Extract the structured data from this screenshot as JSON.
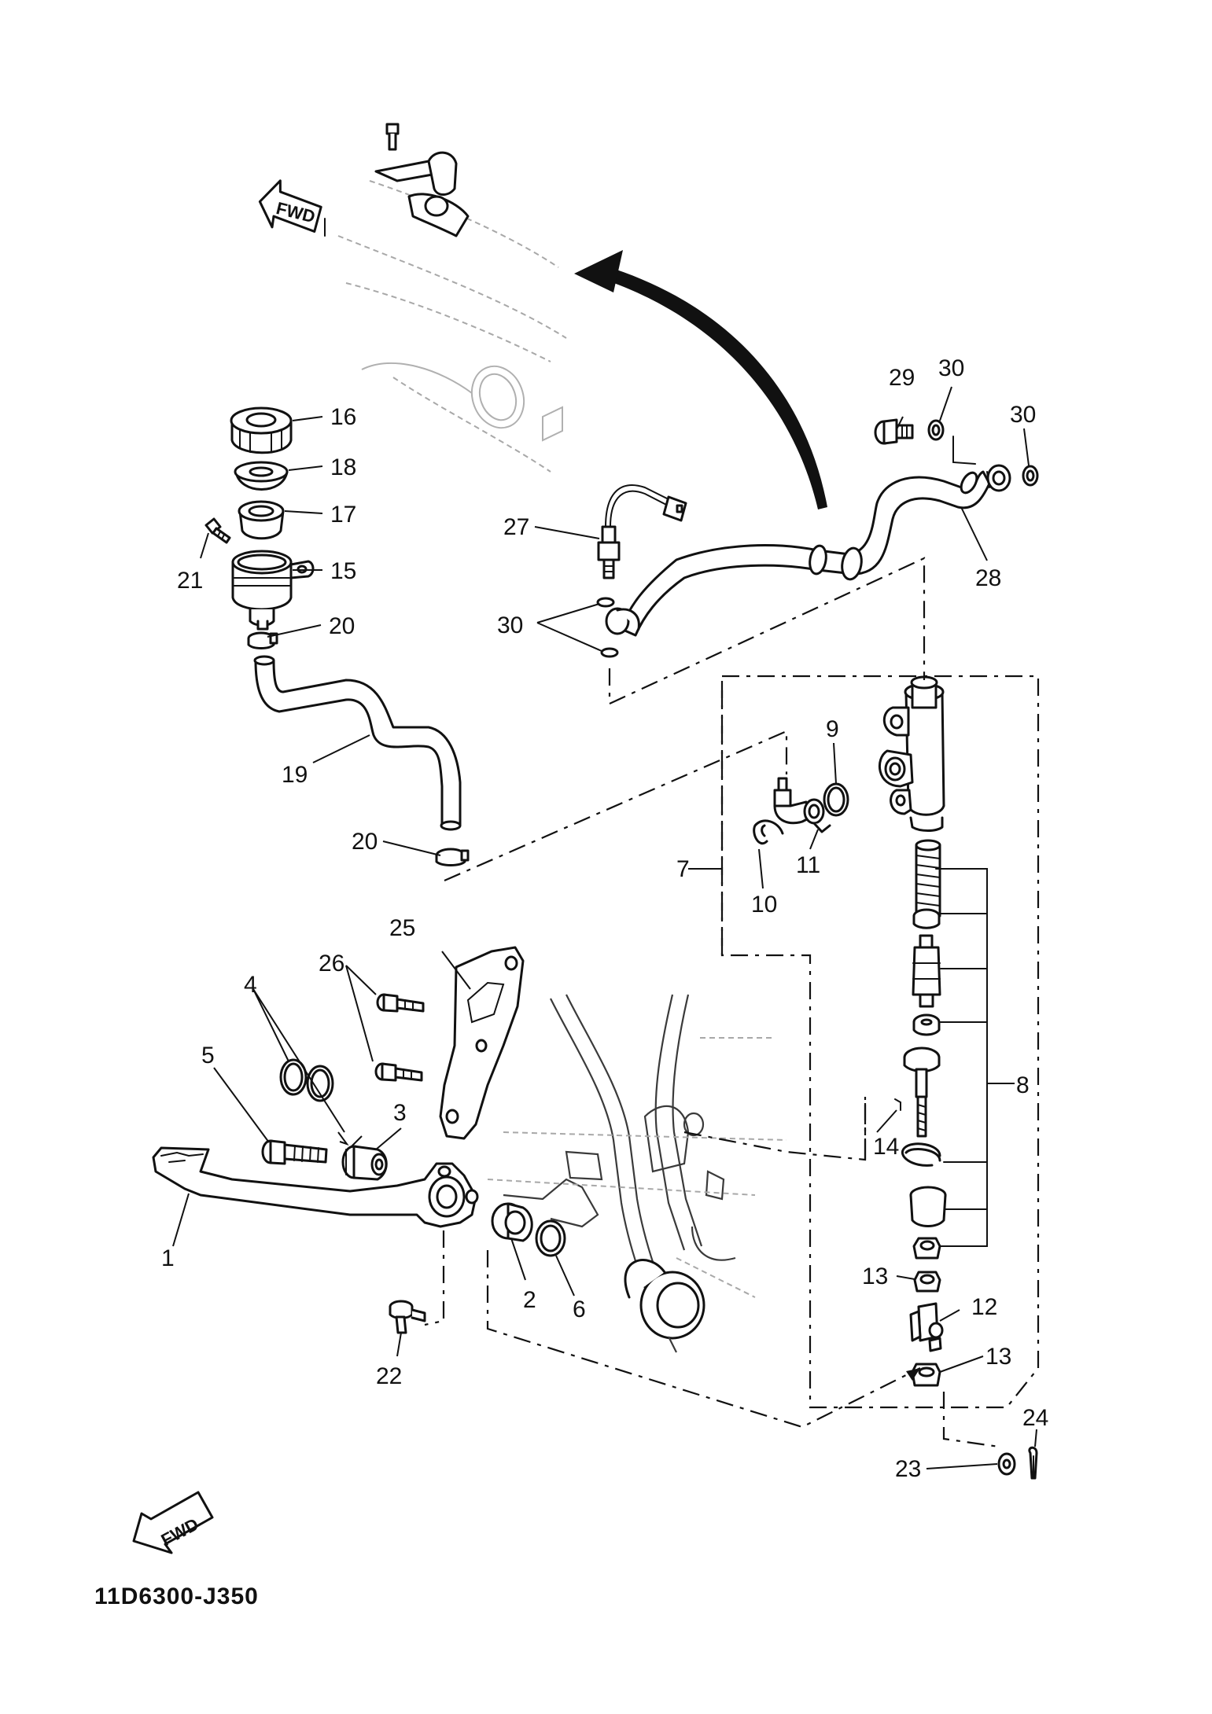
{
  "diagram": {
    "drawing_code": "11D6300-J350",
    "forward_marker": "FWD",
    "callouts": [
      "1",
      "2",
      "3",
      "4",
      "5",
      "6",
      "7",
      "8",
      "9",
      "10",
      "11",
      "12",
      "13",
      "14",
      "15",
      "16",
      "17",
      "18",
      "19",
      "20",
      "21",
      "22",
      "23",
      "24",
      "25",
      "26",
      "27",
      "28",
      "29",
      "30"
    ],
    "colors": {
      "ink": "#111111",
      "ghost": "#a8a8a8",
      "background": "#ffffff"
    }
  }
}
